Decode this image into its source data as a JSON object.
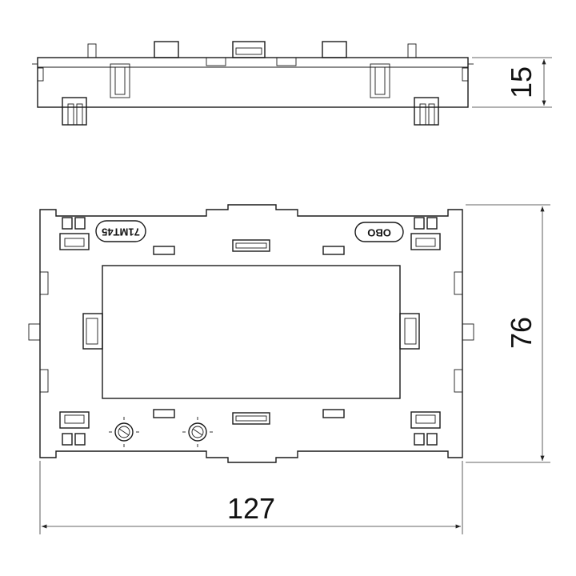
{
  "dimensions": {
    "width": "127",
    "height": "76",
    "depth": "15"
  },
  "markings": {
    "part_number": "71MT45",
    "brand": "OBO"
  },
  "colors": {
    "line": "#1a1a1a",
    "background": "#ffffff"
  }
}
